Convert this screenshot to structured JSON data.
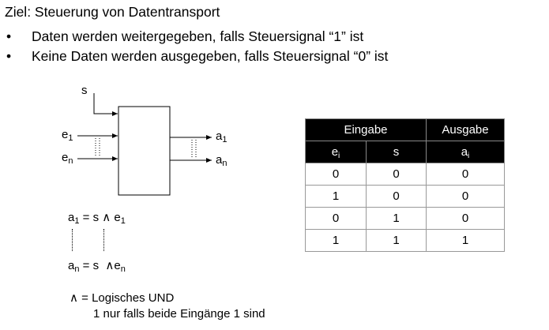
{
  "heading": "Ziel: Steuerung von Datentransport",
  "bullets": [
    "Daten werden weitergegeben, falls Steuersignal “1” ist",
    "Keine Daten werden ausgegeben, falls Steuersignal “0” ist"
  ],
  "bullet_symbol": "•",
  "diagram": {
    "control_label": "s",
    "inputs": [
      {
        "base": "e",
        "sub": "1"
      },
      {
        "base": "e",
        "sub": "n"
      }
    ],
    "outputs": [
      {
        "base": "a",
        "sub": "1"
      },
      {
        "base": "a",
        "sub": "n"
      }
    ]
  },
  "formulas": [
    {
      "lhs": "a",
      "lhs_sub": "1",
      "op": " = s ∧ ",
      "rhs": "e",
      "rhs_sub": "1"
    },
    {
      "lhs": "a",
      "lhs_sub": "n",
      "op": " = s  ∧",
      "rhs": "e",
      "rhs_sub": "n"
    }
  ],
  "legend": {
    "line1": "∧ = Logisches UND",
    "line2": "1 nur falls beide Eingänge 1 sind"
  },
  "truth_table": {
    "group_headers": [
      "Eingabe",
      "Ausgabe"
    ],
    "columns": [
      {
        "base": "e",
        "sub": "i"
      },
      {
        "base": "s",
        "sub": ""
      },
      {
        "base": "a",
        "sub": "i"
      }
    ],
    "rows": [
      [
        "0",
        "0",
        "0"
      ],
      [
        "1",
        "0",
        "0"
      ],
      [
        "0",
        "1",
        "0"
      ],
      [
        "1",
        "1",
        "1"
      ]
    ]
  }
}
